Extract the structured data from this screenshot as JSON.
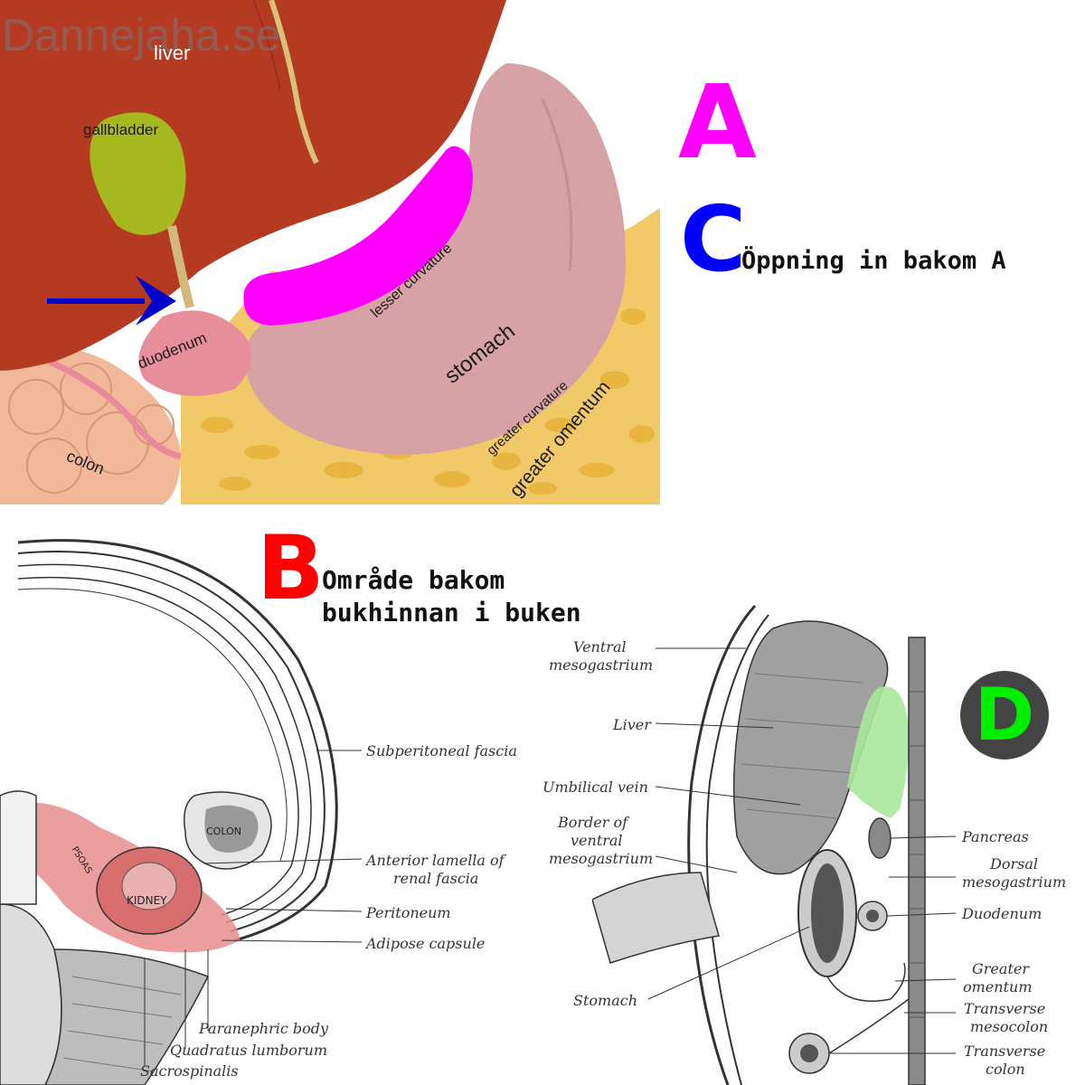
{
  "watermark": "Dannejaha.se",
  "markers": {
    "a": {
      "letter": "A",
      "color": "#ff00ff"
    },
    "c": {
      "letter": "C",
      "color": "#0000ff",
      "caption": "Öppning in bakom A"
    },
    "b": {
      "letter": "B",
      "color": "#ff0000",
      "caption_line1": "Område bakom",
      "caption_line2": "bukhinnan i buken"
    },
    "d": {
      "letter": "D",
      "color": "#00ee00",
      "badge_color": "#444444"
    }
  },
  "panel_top": {
    "labels": {
      "liver": "liver",
      "gallbladder": "gallbladder",
      "duodenum": "duodenum",
      "colon": "colon",
      "lesser_curvature": "lesser curvature",
      "stomach": "stomach",
      "greater_curvature": "greater curvature",
      "greater_omentum": "greater omentum"
    }
  },
  "panel_bottom_left": {
    "labels": {
      "subperitoneal_fascia": "Subperitoneal fascia",
      "anterior_lamella_1": "Anterior lamella of",
      "anterior_lamella_2": "renal fascia",
      "peritoneum": "Peritoneum",
      "adipose_capsule": "Adipose capsule",
      "paranephric_body": "Paranephric body",
      "quadratus_lumborum": "Quadratus lumborum",
      "sacrospinalis": "Sacrospinalis",
      "colon": "COLON",
      "kidney": "KIDNEY",
      "psoas": "PSOAS"
    }
  },
  "panel_bottom_right": {
    "labels": {
      "ventral_mesogastrium_1": "Ventral",
      "ventral_mesogastrium_2": "mesogastrium",
      "liver": "Liver",
      "umbilical_vein": "Umbilical vein",
      "border_1": "Border of",
      "border_2": "ventral",
      "border_3": "mesogastrium",
      "stomach": "Stomach",
      "pancreas": "Pancreas",
      "dorsal_mesogastrium_1": "Dorsal",
      "dorsal_mesogastrium_2": "mesogastrium",
      "duodenum": "Duodenum",
      "greater_omentum_1": "Greater",
      "greater_omentum_2": "omentum",
      "transverse_mesocolon_1": "Transverse",
      "transverse_mesocolon_2": "mesocolon",
      "transverse_colon_1": "Transverse",
      "transverse_colon_2": "colon"
    }
  }
}
